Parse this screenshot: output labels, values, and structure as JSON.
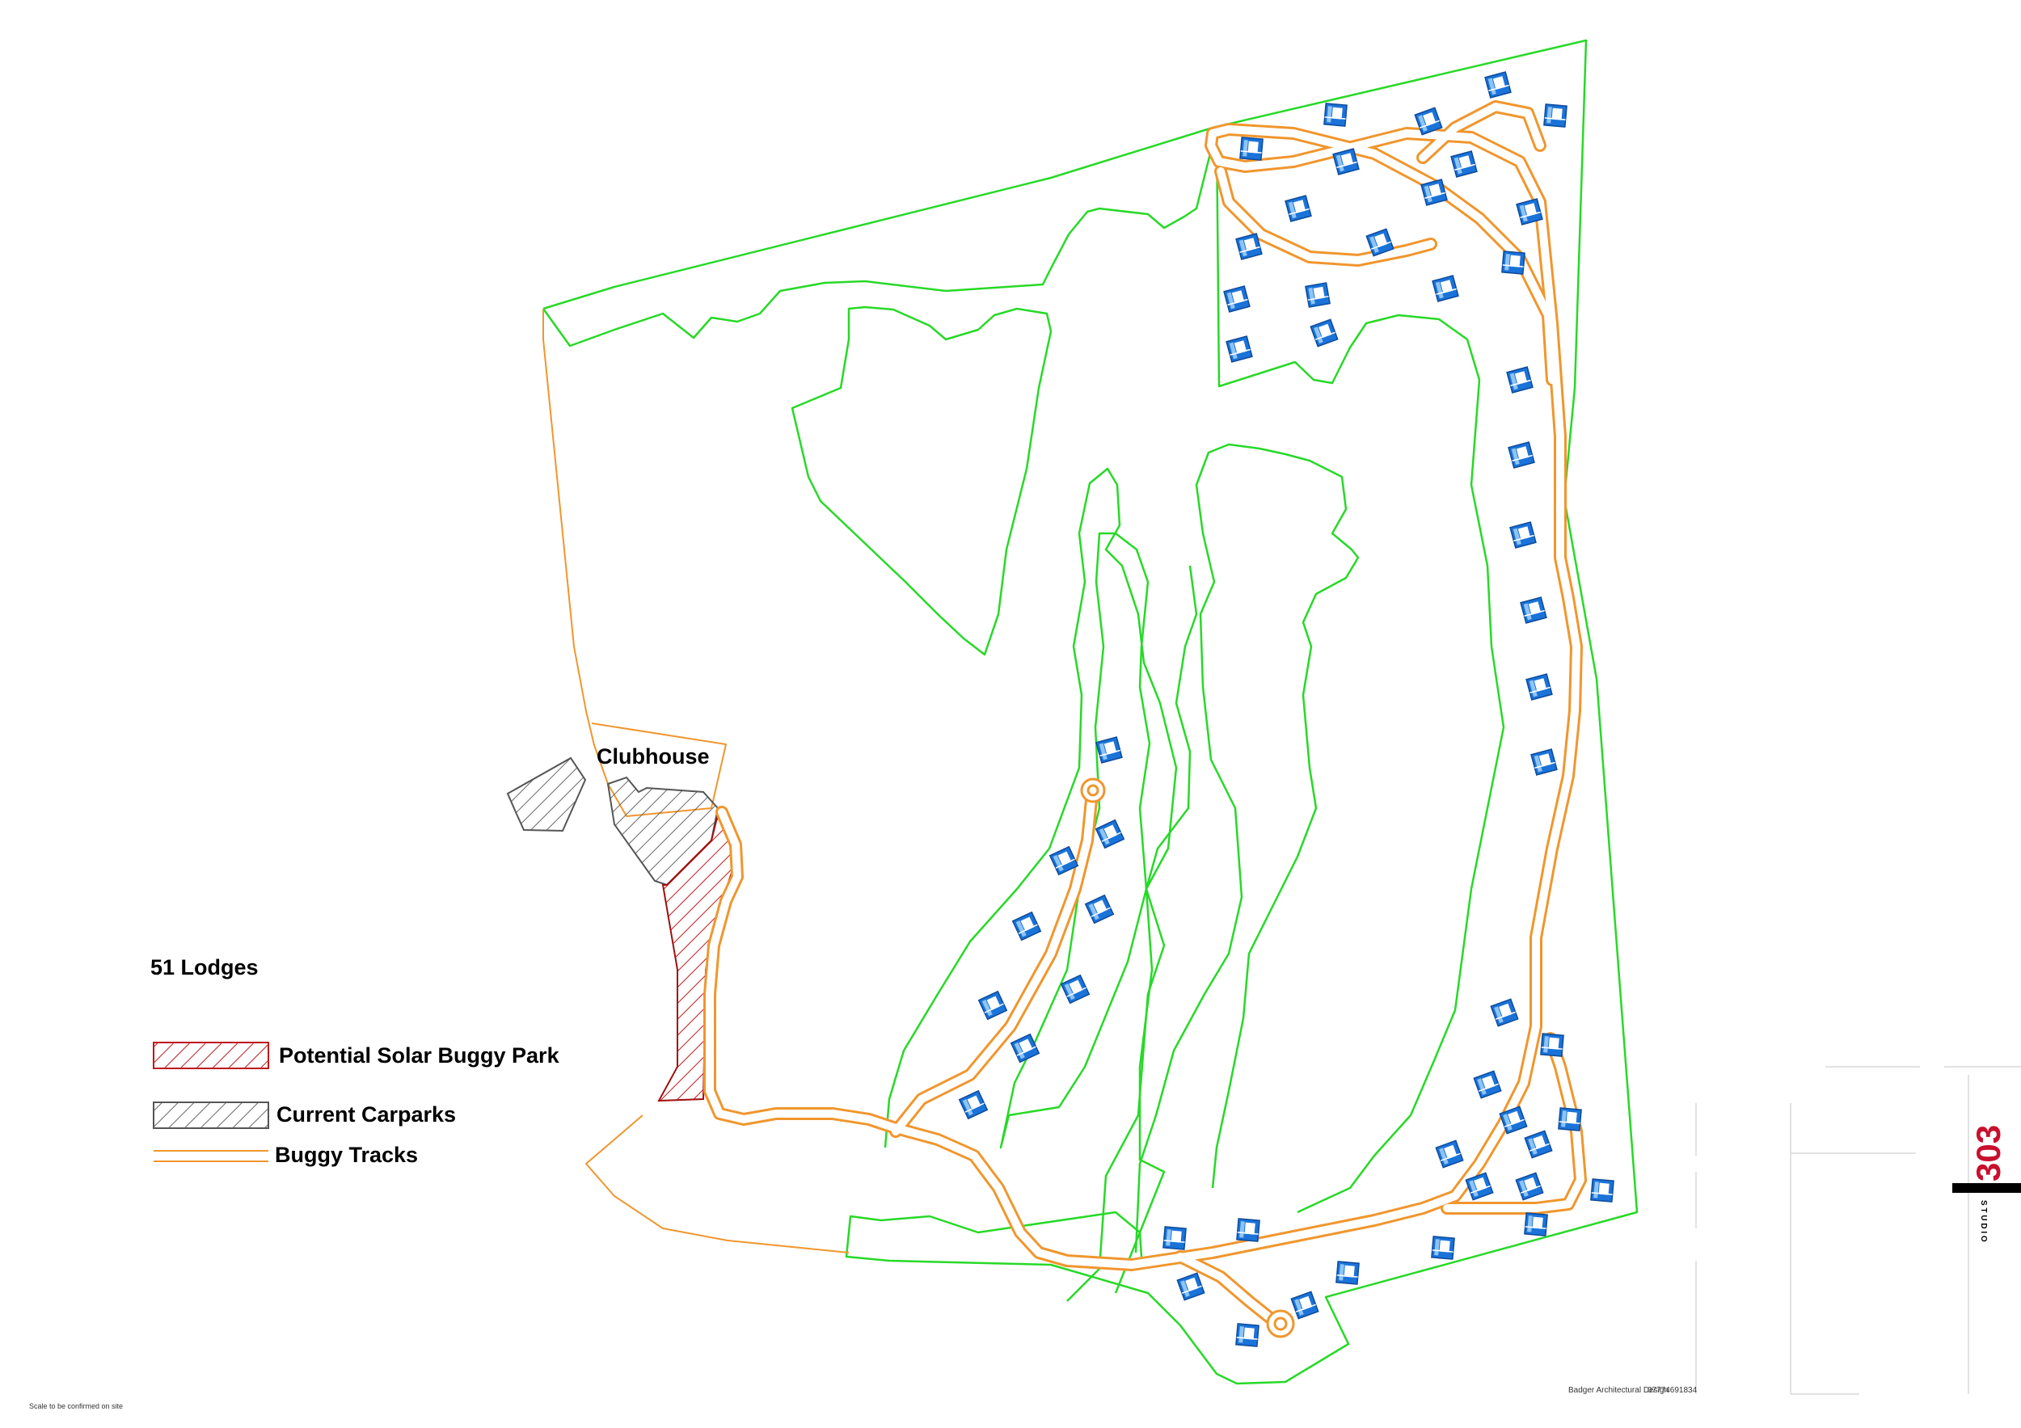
{
  "colors": {
    "boundary": "#27d927",
    "track": "#f0962d",
    "lodge": "#1a73d9",
    "lodge_light": "#8ec4f5",
    "solar": "#c01818",
    "carpark": "#555555",
    "stamp_red": "#c8102e",
    "stamp_black": "#000000"
  },
  "labels": {
    "clubhouse": "Clubhouse",
    "lodge_count": "51 Lodges"
  },
  "legend": {
    "items": [
      {
        "label": "Potential Solar Buggy Park",
        "symbol": "red-hatch"
      },
      {
        "label": "Current Carparks",
        "symbol": "grey-hatch"
      },
      {
        "label": "Buggy Tracks",
        "symbol": "double-orange-line"
      }
    ]
  },
  "footer": {
    "scale_note": "Scale to be confirmed on site",
    "designer": "Badger Architectural Design",
    "phone": "07774691834"
  },
  "stamp": {
    "number": "303",
    "caption": "S T U D I O"
  },
  "icons": {
    "lodge": "lodge-icon",
    "turning_circle": "turning-circle-icon"
  }
}
